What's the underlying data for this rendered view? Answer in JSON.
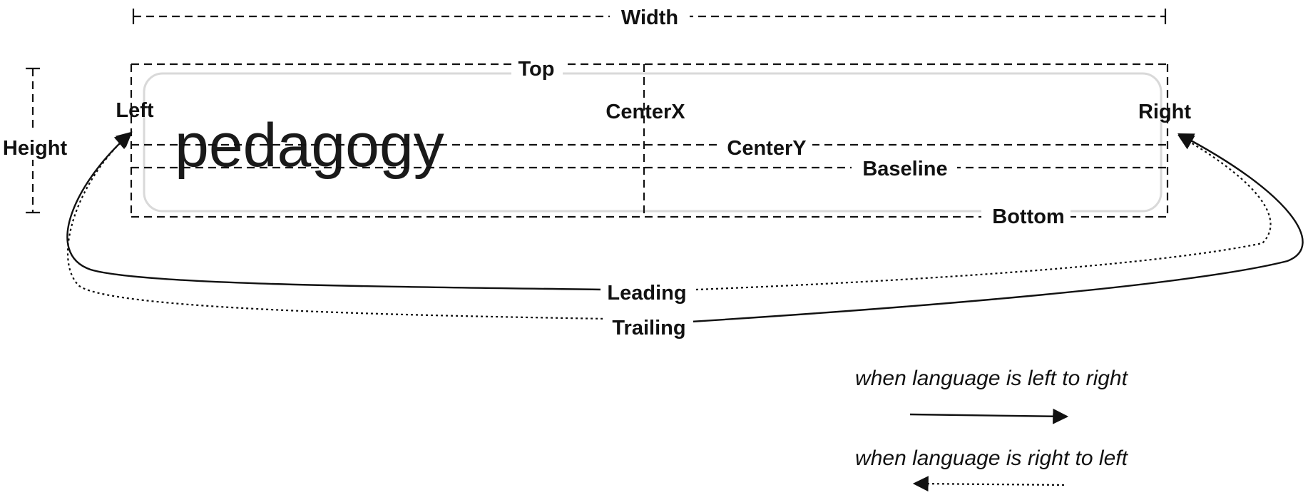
{
  "labels": {
    "width": "Width",
    "height": "Height",
    "top": "Top",
    "bottom": "Bottom",
    "left": "Left",
    "right": "Right",
    "centerx": "CenterX",
    "centery": "CenterY",
    "baseline": "Baseline",
    "leading": "Leading",
    "trailing": "Trailing"
  },
  "sample_text": "pedagogy",
  "legend": {
    "ltr": "when language is left to right",
    "rtl": "when language is right to left"
  },
  "colors": {
    "ink": "#111111",
    "field_border": "#d9d9d9",
    "background": "#ffffff"
  }
}
